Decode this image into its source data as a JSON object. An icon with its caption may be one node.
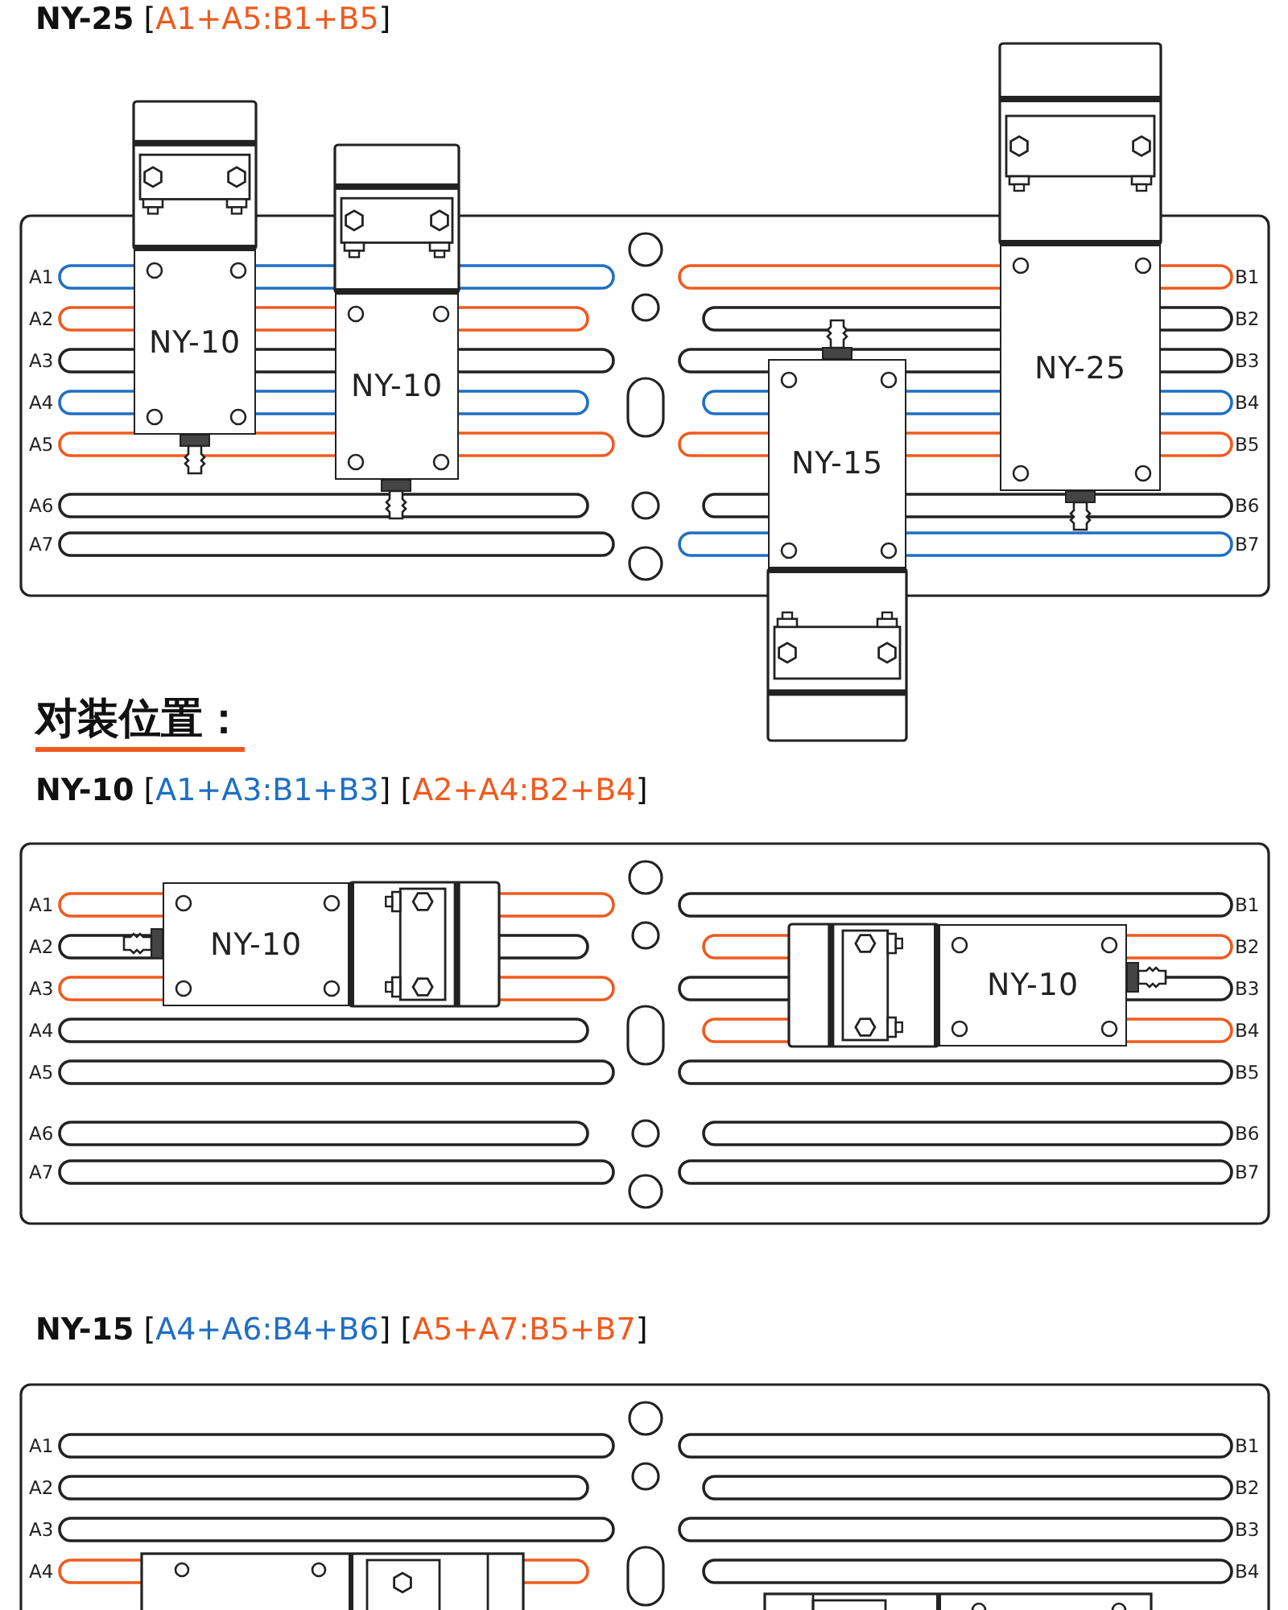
{
  "diagram": {
    "nodes": [
      {
        "text": [
          "NY-10"
        ]
      },
      {
        "text": [
          "NY-10"
        ]
      },
      {
        "text": [
          "NY-15"
        ]
      },
      {
        "text": [
          "NY-25"
        ]
      },
      {
        "text": [
          "NY-10"
        ]
      },
      {
        "text": [
          "NY-10"
        ]
      }
    ],
    "labels": [
      "NY-25",
      "[A1+A5:B1+B5]",
      "A1",
      "B1",
      "A2",
      "B2",
      "A3",
      "B3",
      "A4",
      "B4",
      "A5",
      "B5",
      "A6",
      "B6",
      "A7",
      "B7",
      "对装位置：",
      "NY-10",
      "[A1+A3:B1+B3]",
      "[A2+A4:B2+B4]",
      "A1",
      "B1",
      "A2",
      "B2",
      "A3",
      "B3",
      "A4",
      "B4",
      "A5",
      "B5",
      "A6",
      "B6",
      "A7",
      "B7",
      "NY-15",
      "[A4+A6:B4+B6]",
      "[A5+A7:B5+B7]",
      "A1",
      "B1",
      "A2",
      "B2",
      "A3",
      "B3",
      "A4",
      "B4"
    ]
  }
}
